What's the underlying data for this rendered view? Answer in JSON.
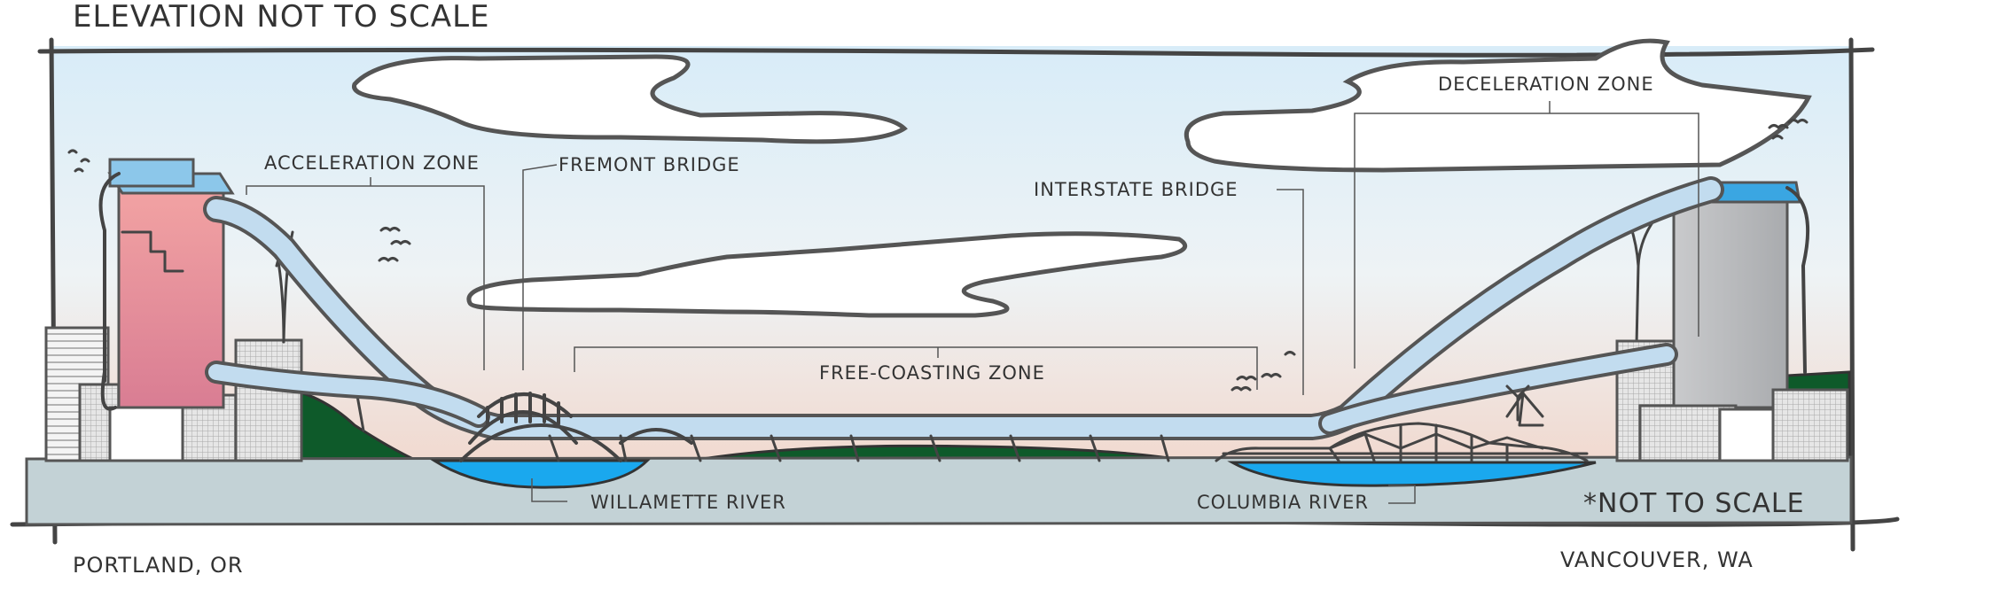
{
  "title": "ELEVATION NOT TO SCALE",
  "labels": {
    "acceleration_zone": "ACCELERATION ZONE",
    "fremont_bridge": "FREMONT BRIDGE",
    "interstate_bridge": "INTERSTATE BRIDGE",
    "deceleration_zone": "DECELERATION ZONE",
    "free_coasting_zone": "FREE-COASTING ZONE",
    "willamette_river": "WILLAMETTE RIVER",
    "columbia_river": "COLUMBIA RIVER",
    "not_to_scale": "*NOT TO SCALE",
    "portland": "PORTLAND, OR",
    "vancouver": "VANCOUVER, WA"
  },
  "colors": {
    "sky_top": "#d8ecf8",
    "sky_bottom": "#f1ddd4",
    "ground": "#c3d2d6",
    "river": "#1aa8ee",
    "vegetation": "#0e5a2a",
    "tube": "#c2dcef",
    "left_tower": "#e48d97",
    "right_tower": "#b8babd",
    "tower_cap": "#3aa6e2"
  }
}
